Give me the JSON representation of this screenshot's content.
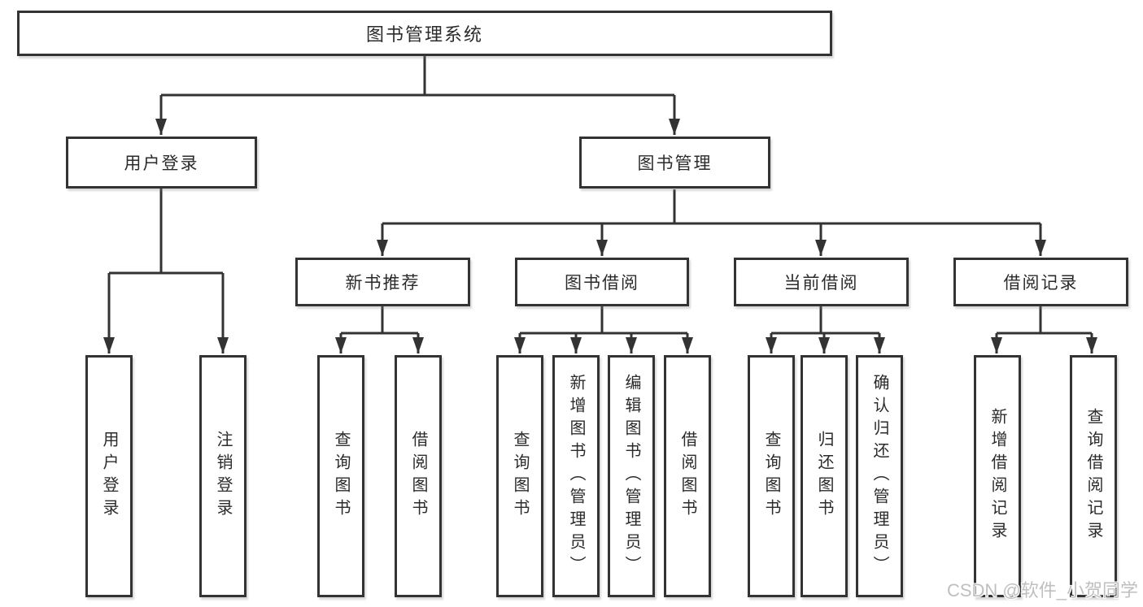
{
  "page": {
    "background": "#ffffff"
  },
  "colors": {
    "line": "#333333",
    "box_border": "#333333",
    "box_fill": "#ffffff",
    "text": "#2b2b2b",
    "watermark_text": "#bfbfbf"
  },
  "nodes": {
    "root": {
      "label": "图书管理系统"
    },
    "level2": [
      {
        "label": "用户登录"
      },
      {
        "label": "图书管理"
      }
    ],
    "level3": [
      {
        "label": "新书推荐"
      },
      {
        "label": "图书借阅"
      },
      {
        "label": "当前借阅"
      },
      {
        "label": "借阅记录"
      }
    ],
    "leaves": [
      {
        "label": "用户登录"
      },
      {
        "label": "注销登录"
      },
      {
        "label": "查询图书"
      },
      {
        "label": "借阅图书"
      },
      {
        "label": "查询图书"
      },
      {
        "label": "新增图书（管理员）"
      },
      {
        "label": "编辑图书（管理员）"
      },
      {
        "label": "借阅图书"
      },
      {
        "label": "查询图书"
      },
      {
        "label": "归还图书"
      },
      {
        "label": "确认归还（管理员）"
      },
      {
        "label": "新增借阅记录"
      },
      {
        "label": "查询借阅记录"
      }
    ]
  },
  "watermark": "CSDN @软件_小贺同学"
}
